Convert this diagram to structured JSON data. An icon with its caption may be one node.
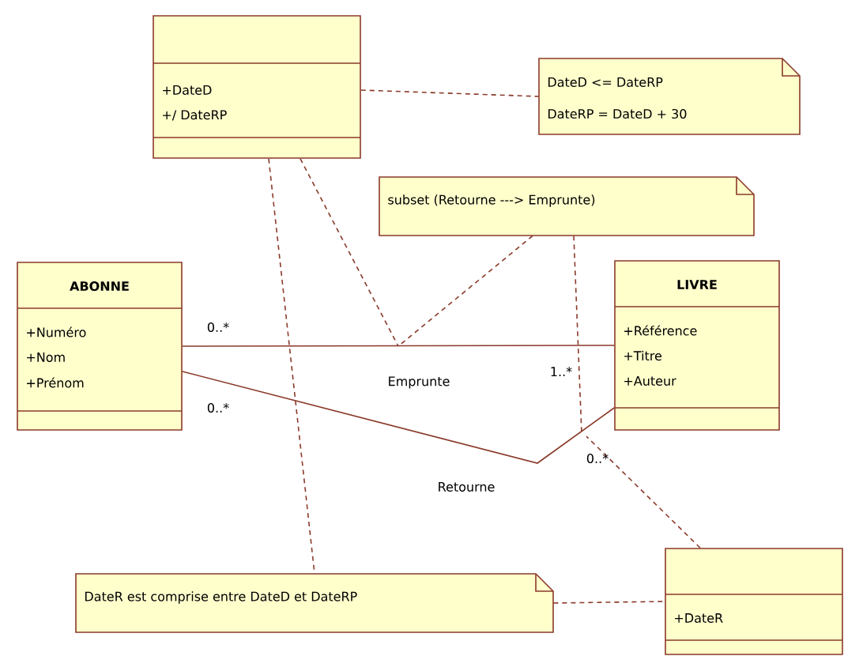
{
  "diagram": {
    "nodes": [
      {
        "text": [
          "+DateD",
          "+/ DateRP"
        ]
      },
      {
        "text": [
          "DateD <= DateRP",
          "DateRP = DateD + 30"
        ]
      },
      {
        "text": [
          "subset (Retourne ---> Emprunte)"
        ]
      },
      {
        "text": [
          "ABONNE",
          "+Numéro",
          "+Nom",
          "+Prénom"
        ]
      },
      {
        "text": [
          "LIVRE",
          "+Référence",
          "+Titre",
          "+Auteur"
        ]
      },
      {
        "text": [
          "DateR est comprise entre DateD et DateRP"
        ]
      },
      {
        "text": [
          "+DateR"
        ]
      }
    ],
    "edges": [
      {
        "from": 3,
        "to": 4,
        "arrow": "none",
        "label": "Emprunte"
      },
      {
        "from": 3,
        "to": 4,
        "arrow": "none",
        "label": "Retourne"
      },
      {
        "from": 0,
        "to": 1,
        "arrow": "none",
        "style": "dashed"
      },
      {
        "from": 0,
        "to": 5,
        "arrow": "none",
        "style": "dashed"
      },
      {
        "from": 0,
        "to": null,
        "arrow": "none",
        "style": "dashed"
      },
      {
        "from": 2,
        "to": null,
        "arrow": "none",
        "style": "dashed"
      },
      {
        "from": 2,
        "to": null,
        "arrow": "none",
        "style": "dashed"
      },
      {
        "from": 6,
        "to": null,
        "arrow": "none",
        "style": "dashed"
      },
      {
        "from": 5,
        "to": 6,
        "arrow": "none",
        "style": "dashed"
      }
    ],
    "labels": [
      "0..*",
      "1..*",
      "0..*",
      "0..*"
    ]
  }
}
